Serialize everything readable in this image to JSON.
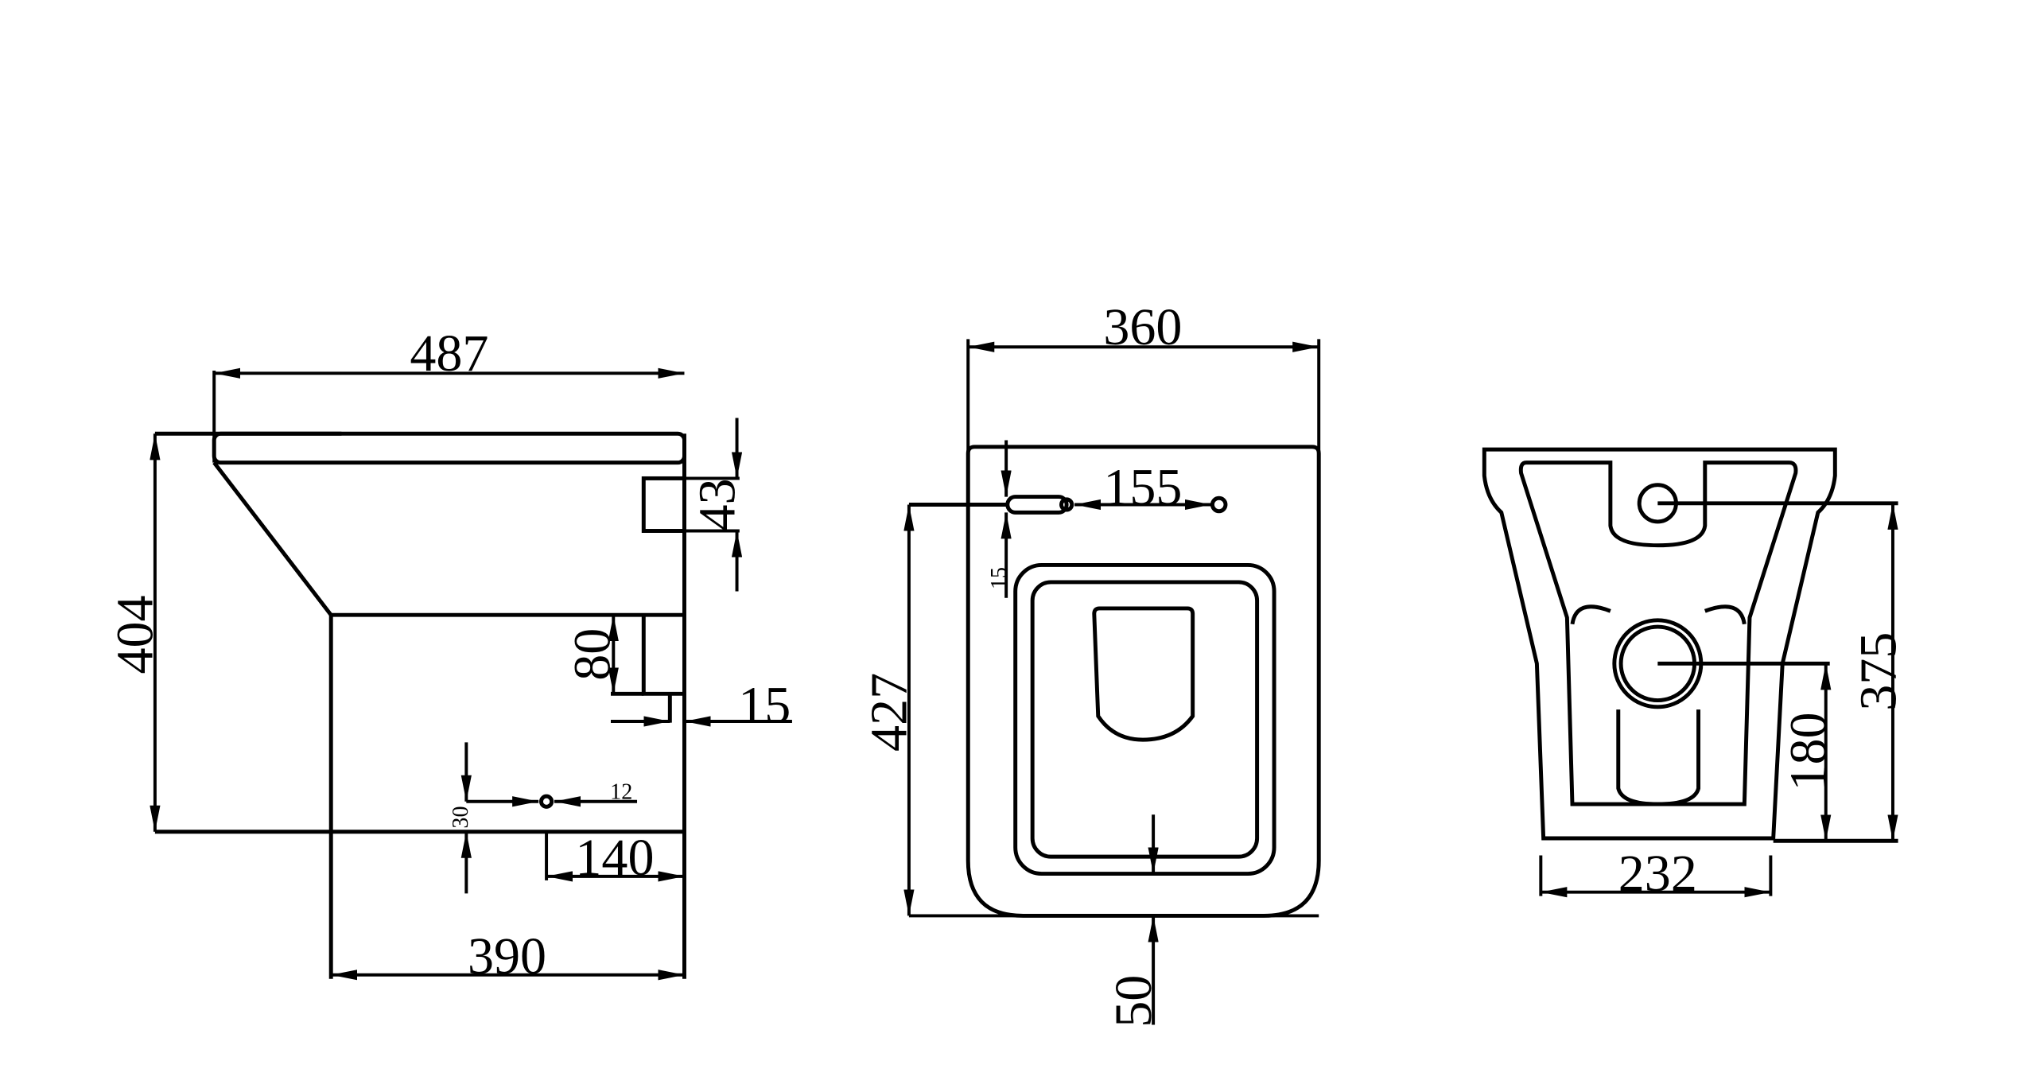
{
  "side_view": {
    "overall_length": "487",
    "height": "404",
    "inlet_height": "43",
    "outlet_height": "80",
    "outlet_projection": "15",
    "fixing_offset_vertical": "30",
    "fixing_hole_diameter": "12",
    "fixing_from_back": "140",
    "base_length": "390"
  },
  "top_view": {
    "width": "360",
    "fixing_spacing": "155",
    "fixing_offset": "15",
    "length": "427",
    "outlet_offset": "50"
  },
  "back_view": {
    "inlet_height": "375",
    "outlet_height": "180",
    "base_width": "232"
  },
  "colors": {
    "line": "#000000",
    "background": "#ffffff"
  }
}
